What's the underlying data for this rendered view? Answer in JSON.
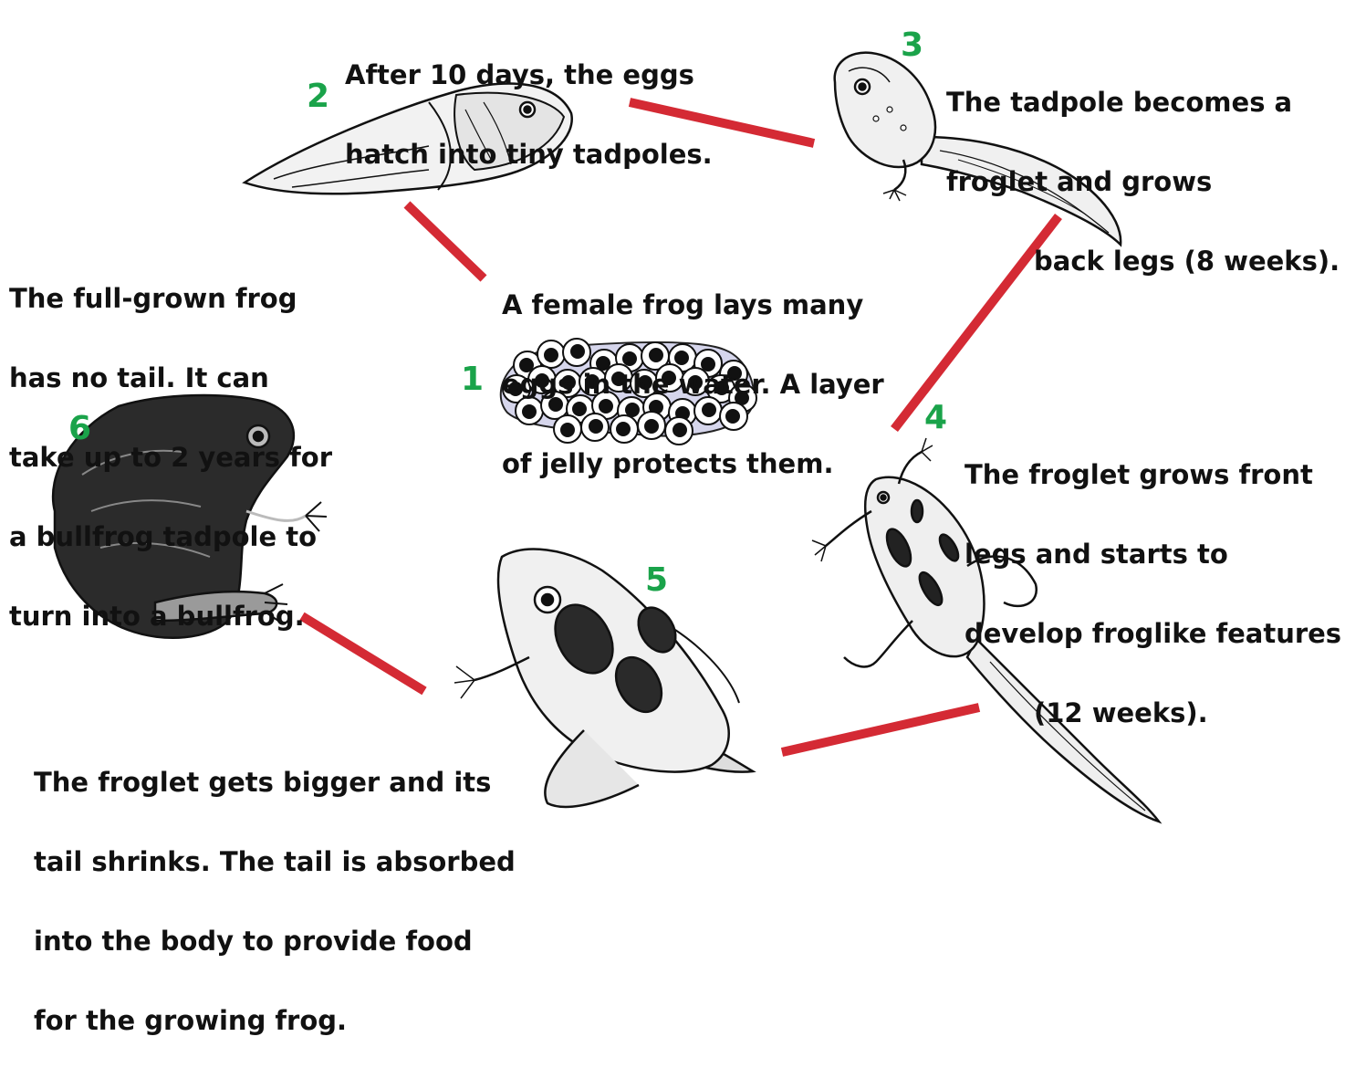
{
  "colors": {
    "connector": "#d42a34",
    "step_number": "#1aa34a",
    "text": "#111111"
  },
  "steps": [
    {
      "number": "1",
      "illustration": "frog-egg-cluster",
      "caption": [
        "A female frog lays many",
        "eggs in the water. A layer",
        "of jelly protects them."
      ]
    },
    {
      "number": "2",
      "illustration": "hatchling-tadpole",
      "caption": [
        "After 10 days, the eggs",
        "hatch into tiny tadpoles."
      ]
    },
    {
      "number": "3",
      "illustration": "tadpole-with-back-legs",
      "caption": [
        "The tadpole becomes a",
        "froglet and grows",
        "back legs (8 weeks)."
      ]
    },
    {
      "number": "4",
      "illustration": "froglet-with-front-legs",
      "caption": [
        "The froglet grows front",
        "legs and starts to",
        "develop froglike features",
        "(12 weeks)."
      ]
    },
    {
      "number": "5",
      "illustration": "froglet-shrinking-tail",
      "caption": [
        "The froglet gets bigger and its",
        "tail shrinks. The tail is absorbed",
        "into the body to provide food",
        "for the growing frog."
      ]
    },
    {
      "number": "6",
      "illustration": "adult-bullfrog",
      "caption": [
        "The full-grown frog",
        "has no tail. It can",
        "take up to 2 years for",
        "a bullfrog tadpole to",
        "turn into a bullfrog."
      ]
    }
  ]
}
